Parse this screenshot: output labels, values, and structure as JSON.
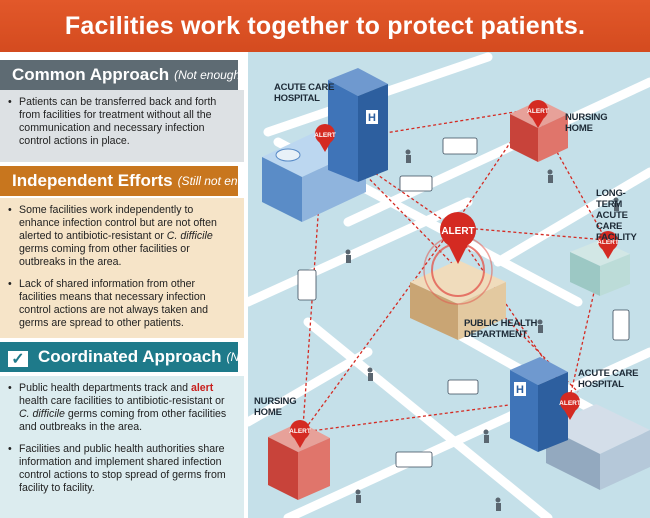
{
  "title": "Facilities work together to protect patients.",
  "sections": {
    "common": {
      "heading": "Common Approach",
      "tag": "(Not enough)",
      "bullets": [
        "Patients can be transferred back and forth from facilities for treatment without all the communication and necessary infection control actions in place."
      ]
    },
    "independent": {
      "heading": "Independent Efforts",
      "tag": "(Still not enough)",
      "bullet1_a": "Some facilities work independently to enhance infection control but are not often alerted to antibiotic-resistant or ",
      "bullet1_em": "C. difficile",
      "bullet1_b": " germs coming from other facilities or outbreaks in the area.",
      "bullet2": "Lack of shared information from other facilities means that necessary infection control actions are not always taken and germs are spread to other patients."
    },
    "coordinated": {
      "heading": "Coordinated Approach",
      "tag": "(Needed)",
      "check": "✓",
      "bullet1_a": "Public health departments track and ",
      "bullet1_alert": "alert",
      "bullet1_b": " health care facilities to antibiotic-resistant or ",
      "bullet1_em": "C. difficile",
      "bullet1_c": " germs coming from other facilities and outbreaks in the area.",
      "bullet2": "Facilities and public health authorities share information and implement shared infection control actions to stop spread of germs from facility to facility."
    }
  },
  "map": {
    "labels": {
      "acute_care_1": [
        "ACUTE CARE",
        "HOSPITAL"
      ],
      "nursing_home_1": [
        "NURSING",
        "HOME"
      ],
      "ltac": [
        "LONG-TERM",
        "ACUTE CARE",
        "FACILITY"
      ],
      "public_health": [
        "PUBLIC HEALTH",
        "DEPARTMENT"
      ],
      "acute_care_2": [
        "ACUTE CARE",
        "HOSPITAL"
      ],
      "nursing_home_2": [
        "NURSING",
        "HOME"
      ]
    },
    "alert_text": "ALERT",
    "hospital_sign": "H",
    "colors": {
      "alert_red": "#d42a22",
      "road": "#ffffff",
      "hospital_blue": "#3f74b8",
      "nursing_red": "#c8433a",
      "building_tan": "#e3c9a0",
      "background": "#c5e0e9"
    }
  }
}
